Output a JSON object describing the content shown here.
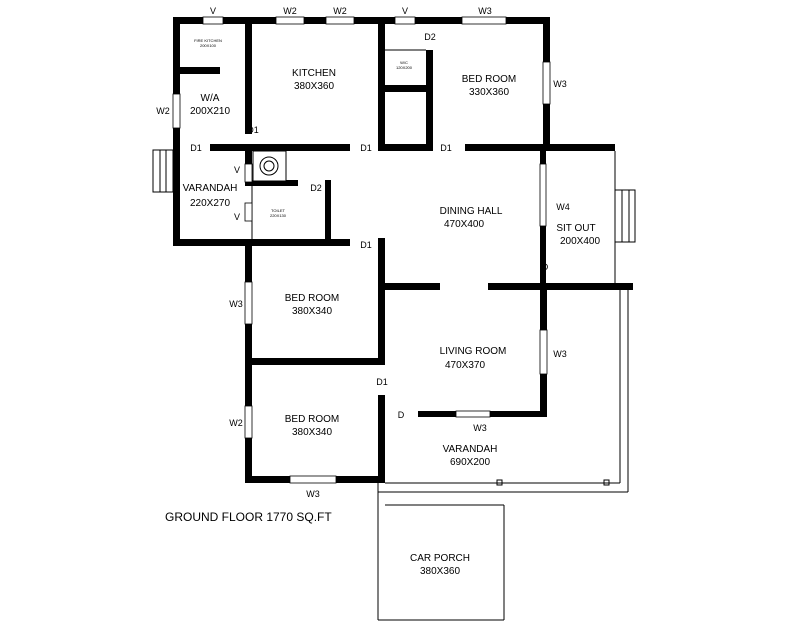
{
  "title": "GROUND  FLOOR  1770 SQ.FT",
  "rooms": {
    "kitchen": {
      "name": "KITCHEN",
      "size": "380X360"
    },
    "bed_room_1": {
      "name": "BED ROOM",
      "size": "330X360"
    },
    "work_area": {
      "name": "W/A",
      "size": "200X210"
    },
    "rear_varandah": {
      "name": "VARANDAH",
      "size": "220X270"
    },
    "dining_hall": {
      "name": "DINING HALL",
      "size": "470X400"
    },
    "sit_out": {
      "name": "SIT OUT",
      "size": "200X400"
    },
    "bed_room_2": {
      "name": "BED ROOM",
      "size": "380X340"
    },
    "living_room": {
      "name": "LIVING ROOM",
      "size": "470X370"
    },
    "bed_room_3": {
      "name": "BED ROOM",
      "size": "380X340"
    },
    "front_varandah": {
      "name": "VARANDAH",
      "size": "690X200"
    },
    "car_porch": {
      "name": "CAR PORCH",
      "size": "380X360"
    }
  },
  "tiny_labels": {
    "store": "FIRE KITCHEN\n200X100",
    "wc": "W/C\n120X200",
    "toilet": "TOILET\n220X130"
  },
  "marks": {
    "v_top_left": "V",
    "w2_top_1": "W2",
    "w2_top_2": "W2",
    "v_top_mid": "V",
    "w3_top": "W3",
    "d2_top": "D2",
    "w3_bed1": "W3",
    "w2_wa": "W2",
    "d1_wa": "D1",
    "d1_left": "D1",
    "d1_kitchen": "D1",
    "d1_bed1": "D1",
    "v_toilet_1": "V",
    "d2_toilet": "D2",
    "v_toilet_2": "V",
    "w4_sitout": "W4",
    "d1_toilet": "D1",
    "d_sitout": "D",
    "w3_bed2": "W3",
    "w3_living": "W3",
    "d1_bed3": "D1",
    "d_living": "D",
    "w2_bed3": "W2",
    "w3_living_bottom": "W3",
    "w3_bed3": "W3"
  }
}
